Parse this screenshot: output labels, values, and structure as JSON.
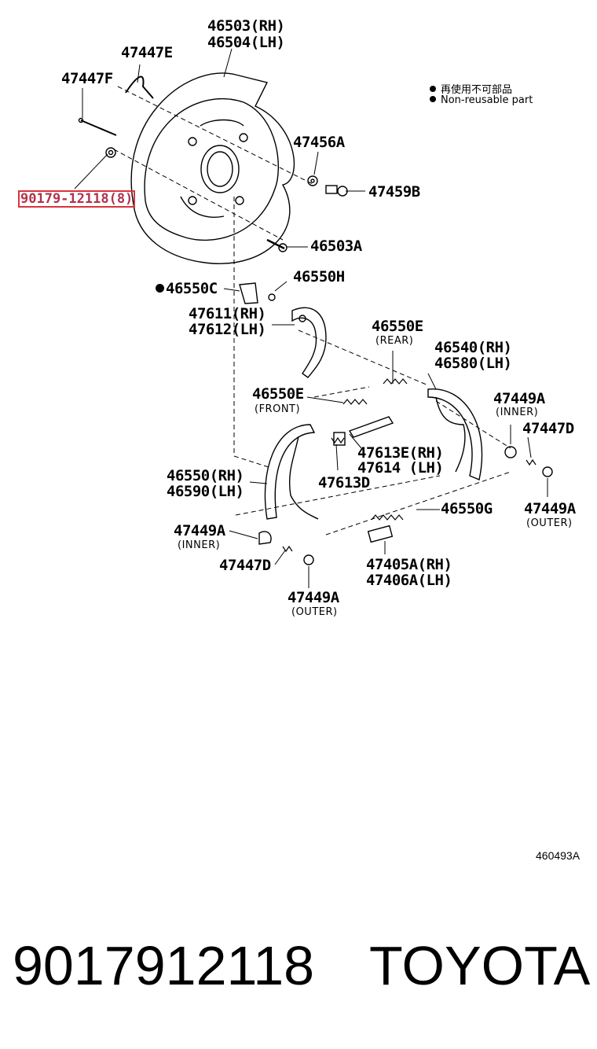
{
  "legend": {
    "line1": "再使用不可部品",
    "line2": "Non-reusable part"
  },
  "highlight": {
    "label": "90179-12118(8)",
    "color": "#d8343c"
  },
  "labels": {
    "p46503_rh": "46503(RH)",
    "p46504_lh": "46504(LH)",
    "p47447e": "47447E",
    "p47447f": "47447F",
    "p47456a": "47456A",
    "p47459b": "47459B",
    "p46503a": "46503A",
    "p46550c": "46550C",
    "p46550h": "46550H",
    "p47611_rh": "47611(RH)",
    "p47612_lh": "47612(LH)",
    "p46550e_rear": "46550E",
    "rear": "(REAR)",
    "p46540_rh": "46540(RH)",
    "p46580_lh": "46580(LH)",
    "p46550e_front": "46550E",
    "front": "(FRONT)",
    "p47449a_inner_r": "47449A",
    "inner_r": "(INNER)",
    "p47447d_r": "47447D",
    "p47613e_rh": "47613E(RH)",
    "p47614_lh": "47614  (LH)",
    "p47613d": "47613D",
    "p46550_rh": "46550(RH)",
    "p46590_lh": "46590(LH)",
    "p46550g": "46550G",
    "p47449a_outer_r": "47449A",
    "outer_r": "(OUTER)",
    "p47449a_inner_l": "47449A",
    "inner_l": "(INNER)",
    "p47447d_l": "47447D",
    "p47405a_rh": "47405A(RH)",
    "p47406a_lh": "47406A(LH)",
    "p47449a_outer_l": "47449A",
    "outer_l": "(OUTER)"
  },
  "figure_code": "460493A",
  "footer": {
    "part_number": "9017912118",
    "brand": "TOYOTA"
  }
}
